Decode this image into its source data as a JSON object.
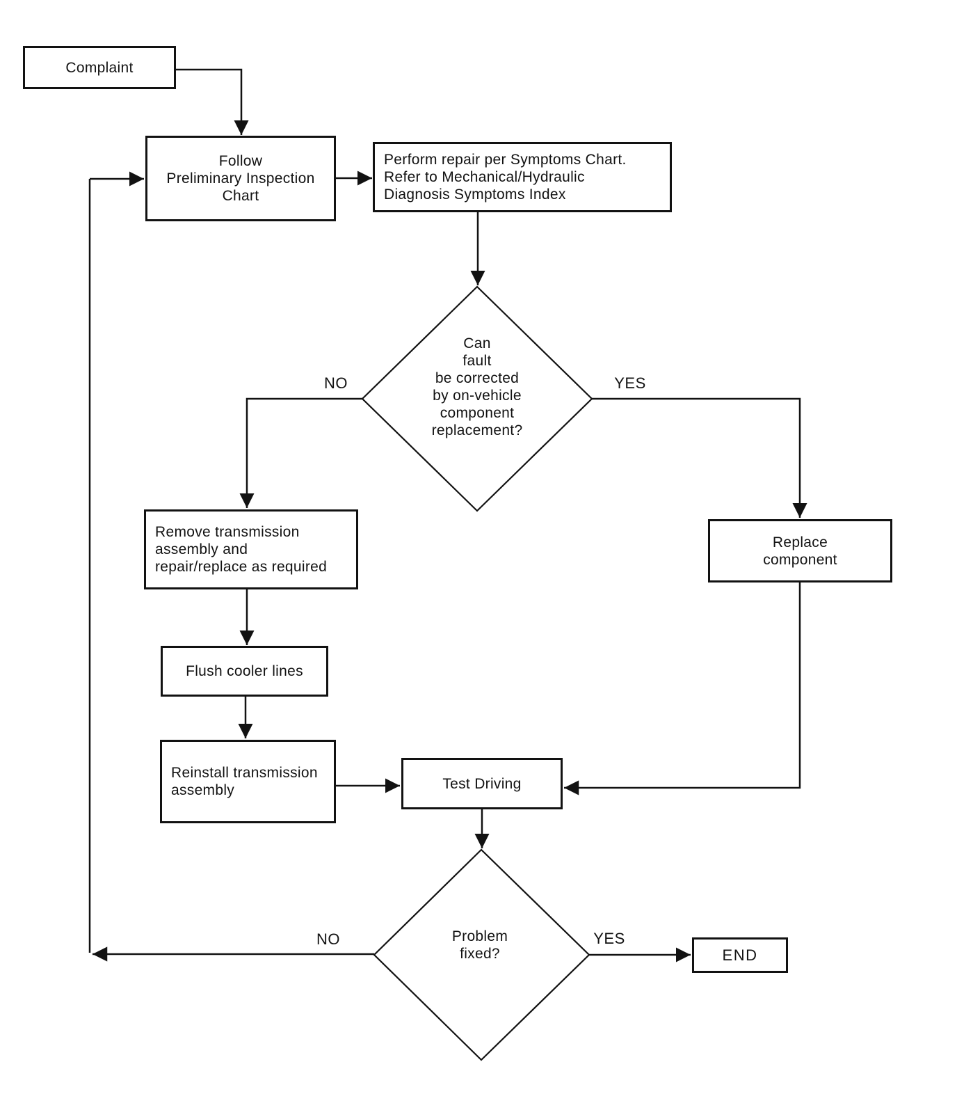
{
  "flowchart": {
    "nodes": {
      "complaint": {
        "label": "Complaint"
      },
      "follow_chart": {
        "label": "Follow\nPreliminary Inspection\nChart"
      },
      "perform_repair": {
        "label": "Perform repair per Symptoms Chart.\nRefer to Mechanical/Hydraulic\nDiagnosis Symptoms Index"
      },
      "fault_decision": {
        "label": "Can\nfault\nbe corrected\nby on-vehicle\ncomponent\nreplacement?"
      },
      "remove_transmission": {
        "label": "Remove transmission\nassembly and\nrepair/replace as required"
      },
      "flush_cooler": {
        "label": "Flush cooler lines"
      },
      "reinstall_transmission": {
        "label": "Reinstall transmission\nassembly"
      },
      "test_driving": {
        "label": "Test Driving"
      },
      "replace_component": {
        "label": "Replace\ncomponent"
      },
      "problem_fixed_decision": {
        "label": "Problem\nfixed?"
      },
      "end": {
        "label": "END"
      }
    },
    "branch_labels": {
      "fault_no": "NO",
      "fault_yes": "YES",
      "problem_no": "NO",
      "problem_yes": "YES"
    },
    "colors": {
      "ink": "#121212",
      "background": "#ffffff"
    }
  }
}
